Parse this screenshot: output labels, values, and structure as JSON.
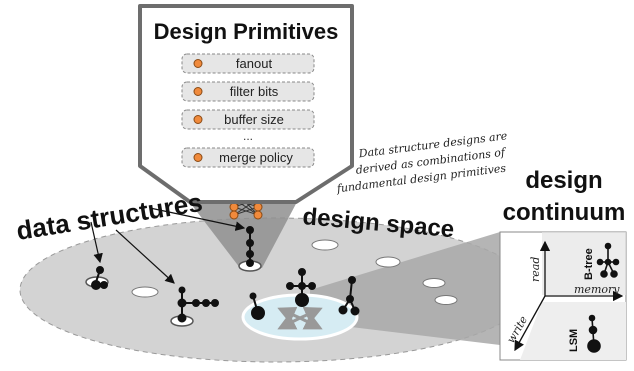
{
  "title": "Design Primitives",
  "primitives": [
    "fanout",
    "filter bits",
    "buffer size",
    "merge policy"
  ],
  "primitives_ellipsis": "...",
  "labels": {
    "data_structures": "data structures",
    "design_space": "design space",
    "design": "design",
    "continuum": "continuum"
  },
  "annotation_lines": [
    "Data structure designs are",
    "derived as combinations of",
    "fundamental design primitives"
  ],
  "continuum_axes": {
    "read": "read",
    "memory": "memory",
    "write": "write"
  },
  "continuum_points": {
    "btree": "B-tree",
    "lsm": "LSM"
  },
  "colors": {
    "primitive_dot": "#f08a3c",
    "space_fill": "#d3d3d3",
    "funnel_fill": "#8f8f8f",
    "continuum_fill": "#eeeeee",
    "highlight_fill": "#d6ecf3"
  }
}
